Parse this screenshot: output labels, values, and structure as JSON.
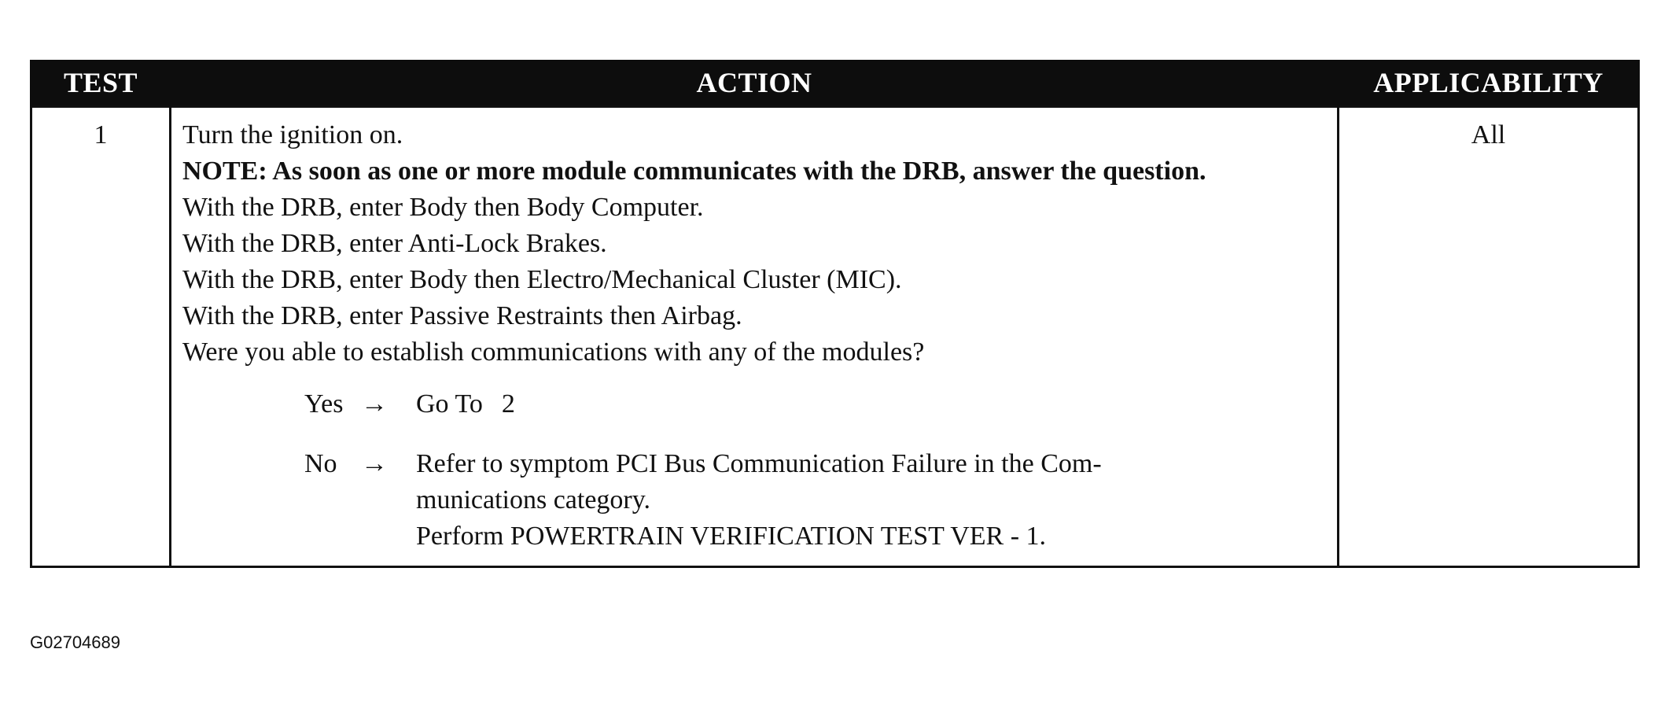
{
  "table": {
    "headers": {
      "test": "TEST",
      "action": "ACTION",
      "applicability": "APPLICABILITY"
    },
    "rows": [
      {
        "test": "1",
        "applicability": "All",
        "action": {
          "line1": "Turn the ignition on.",
          "note": "NOTE: As soon as one or more module communicates with the DRB, answer the question.",
          "steps": [
            "With the DRB, enter Body then Body Computer.",
            "With the DRB, enter Anti-Lock Brakes.",
            "With the DRB, enter Body then Electro/Mechanical Cluster (MIC).",
            "With the DRB, enter Passive Restraints then Airbag.",
            "Were you able to establish communications with any of the modules?"
          ],
          "yes": {
            "label": "Yes",
            "arrow": "→",
            "goto_text": "Go To",
            "goto_num": "2"
          },
          "no": {
            "label": "No",
            "arrow": "→",
            "line1": "Refer to symptom PCI Bus Communication Failure in the Com-",
            "line2": "munications category.",
            "line3": "Perform POWERTRAIN VERIFICATION TEST VER - 1."
          }
        }
      }
    ]
  },
  "figure_id": "G02704689"
}
